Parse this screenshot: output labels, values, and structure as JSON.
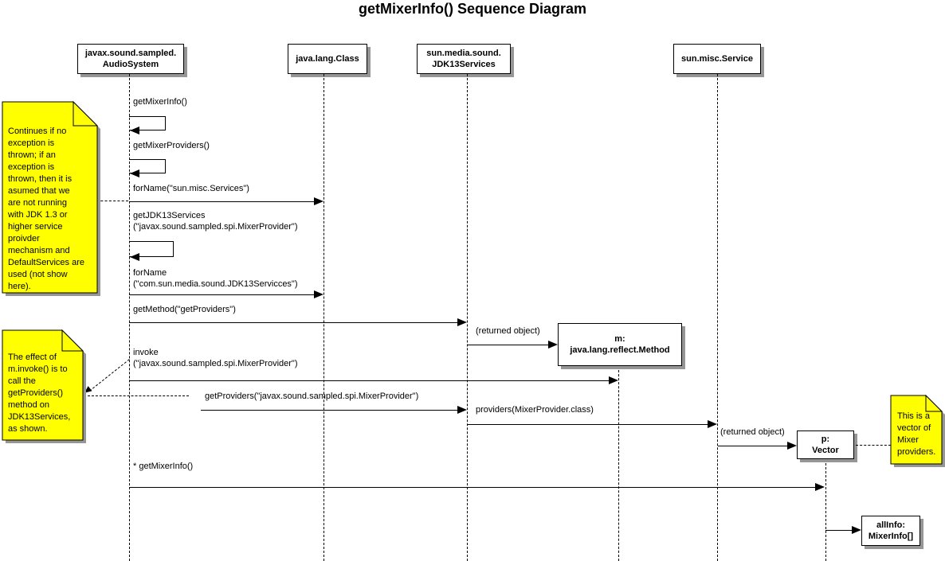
{
  "title": "getMixerInfo() Sequence Diagram",
  "participants": [
    {
      "label": "javax.sound.sampled.\nAudioSystem"
    },
    {
      "label": "java.lang.Class"
    },
    {
      "label": "sun.media.sound.\nJDK13Services"
    },
    {
      "label": "sun.misc.Service"
    }
  ],
  "objects": [
    {
      "label": "m:\njava.lang.reflect.Method"
    },
    {
      "label": "p:\nVector"
    },
    {
      "label": "allInfo:\nMixerInfo[]"
    }
  ],
  "messages": [
    {
      "label": "getMixerInfo()",
      "type": "self-call"
    },
    {
      "label": "getMixerProviders()",
      "type": "self-call"
    },
    {
      "label": "forName(\"sun.misc.Services\")",
      "type": "call"
    },
    {
      "label": "getJDK13Services\n(\"javax.sound.sampled.spi.MixerProvider\")",
      "type": "self-call"
    },
    {
      "label": "forName\n(\"com.sun.media.sound.JDK13Servicces\")",
      "type": "call"
    },
    {
      "label": "getMethod(\"getProviders\")",
      "type": "call"
    },
    {
      "label": "(returned object)",
      "type": "return"
    },
    {
      "label": "invoke\n(\"javax.sound.sampled.spi.MixerProvider\")",
      "type": "call"
    },
    {
      "label": "getProviders(\"javax.sound.sampled.spi.MixerProvider\")",
      "type": "call"
    },
    {
      "label": "providers(MixerProvider.class)",
      "type": "call"
    },
    {
      "label": "(returned object)",
      "type": "return"
    },
    {
      "label": "* getMixerInfo()",
      "type": "call"
    }
  ],
  "notes": [
    {
      "text": "Continues if no\nexception is\nthrown; if an\nexception is\nthrown, then it is\nasumed that we\nare not running\nwith JDK 1.3 or\nhigher service\nproivder\nmechanism and\nDefaultServices are\nused (not show\nhere)."
    },
    {
      "text": "The effect of\nm.invoke() is to\ncall the\ngetProviders()\nmethod on\nJDK13Services,\nas shown."
    },
    {
      "text": "This is a\nvector of\nMixer\nproviders."
    }
  ],
  "colors": {
    "note_fill": "#FFFF00",
    "shadow": "#969696",
    "line": "#000000",
    "background": "#FFFFFF"
  }
}
